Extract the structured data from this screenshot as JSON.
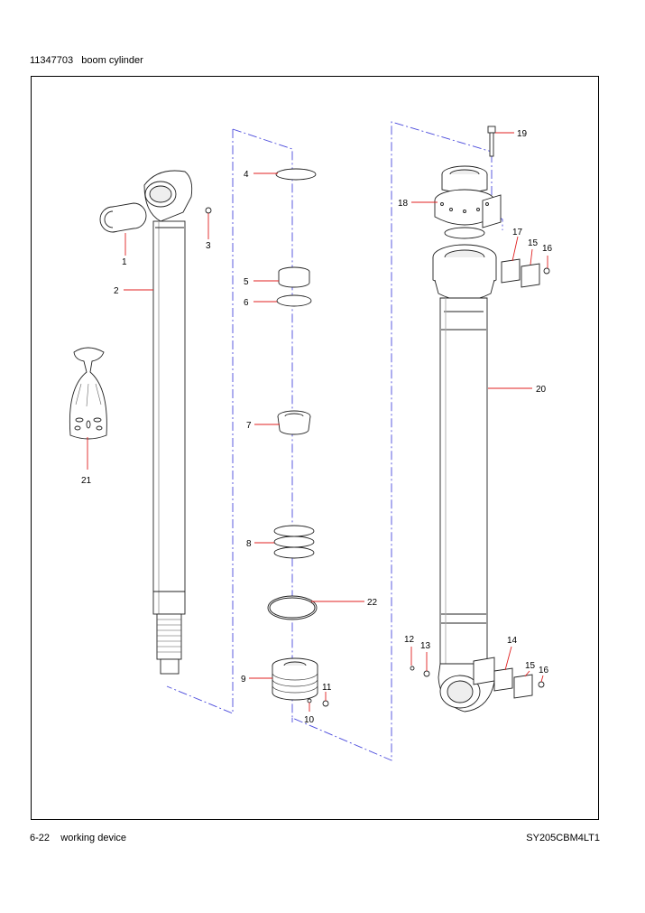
{
  "header": {
    "part_number": "11347703",
    "title": "boom cylinder"
  },
  "footer": {
    "page": "6-22",
    "section": "working device",
    "model": "SY205CBM4LT1"
  },
  "callouts": [
    "1",
    "2",
    "3",
    "4",
    "5",
    "6",
    "7",
    "8",
    "9",
    "10",
    "11",
    "12",
    "13",
    "14",
    "15",
    "15",
    "16",
    "16",
    "17",
    "18",
    "19",
    "20",
    "21",
    "22"
  ],
  "colors": {
    "leader": "#e02020",
    "centerline": "#4a4adc",
    "line": "#222222"
  }
}
